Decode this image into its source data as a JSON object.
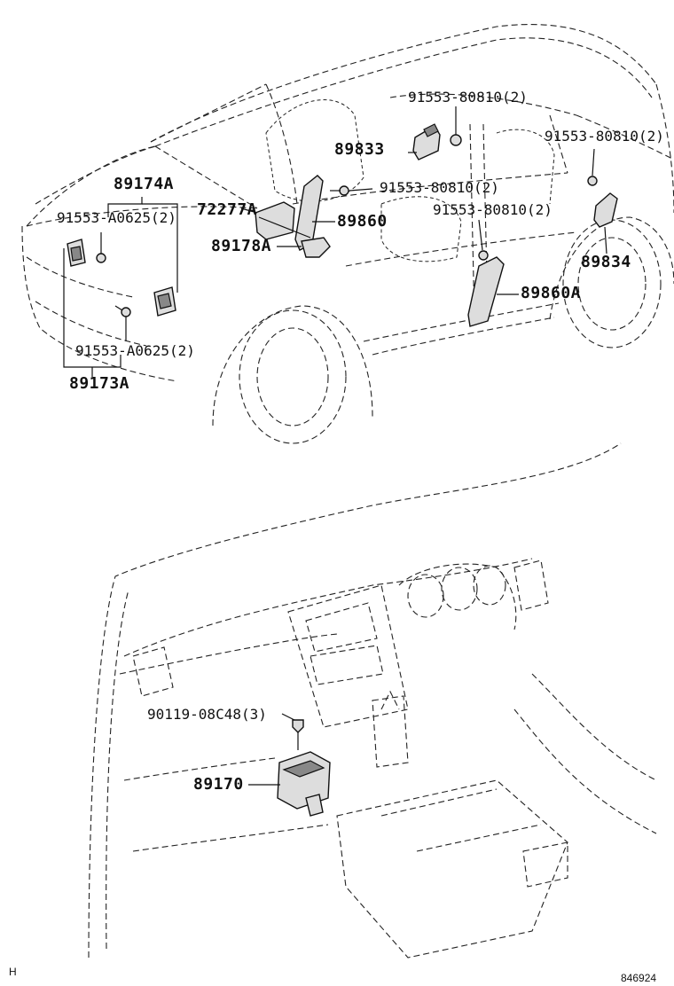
{
  "labels": {
    "p89833": "89833",
    "b91553_80810_a": "91553-80810(2)",
    "b91553_80810_b": "91553-80810(2)",
    "b91553_80810_c": "91553-80810(2)",
    "b91553_80810_d": "91553-80810(2)",
    "p89174A": "89174A",
    "b91553_A0625_a": "91553-A0625(2)",
    "p72277A": "72277A",
    "p89860": "89860",
    "p89178A": "89178A",
    "p89834": "89834",
    "p89860A": "89860A",
    "b91553_A0625_b": "91553-A0625(2)",
    "p89173A": "89173A",
    "b90119_08C48": "90119-08C48(3)",
    "p89170": "89170"
  },
  "footer": {
    "left_mark": "H",
    "drawing_number": "846924"
  }
}
